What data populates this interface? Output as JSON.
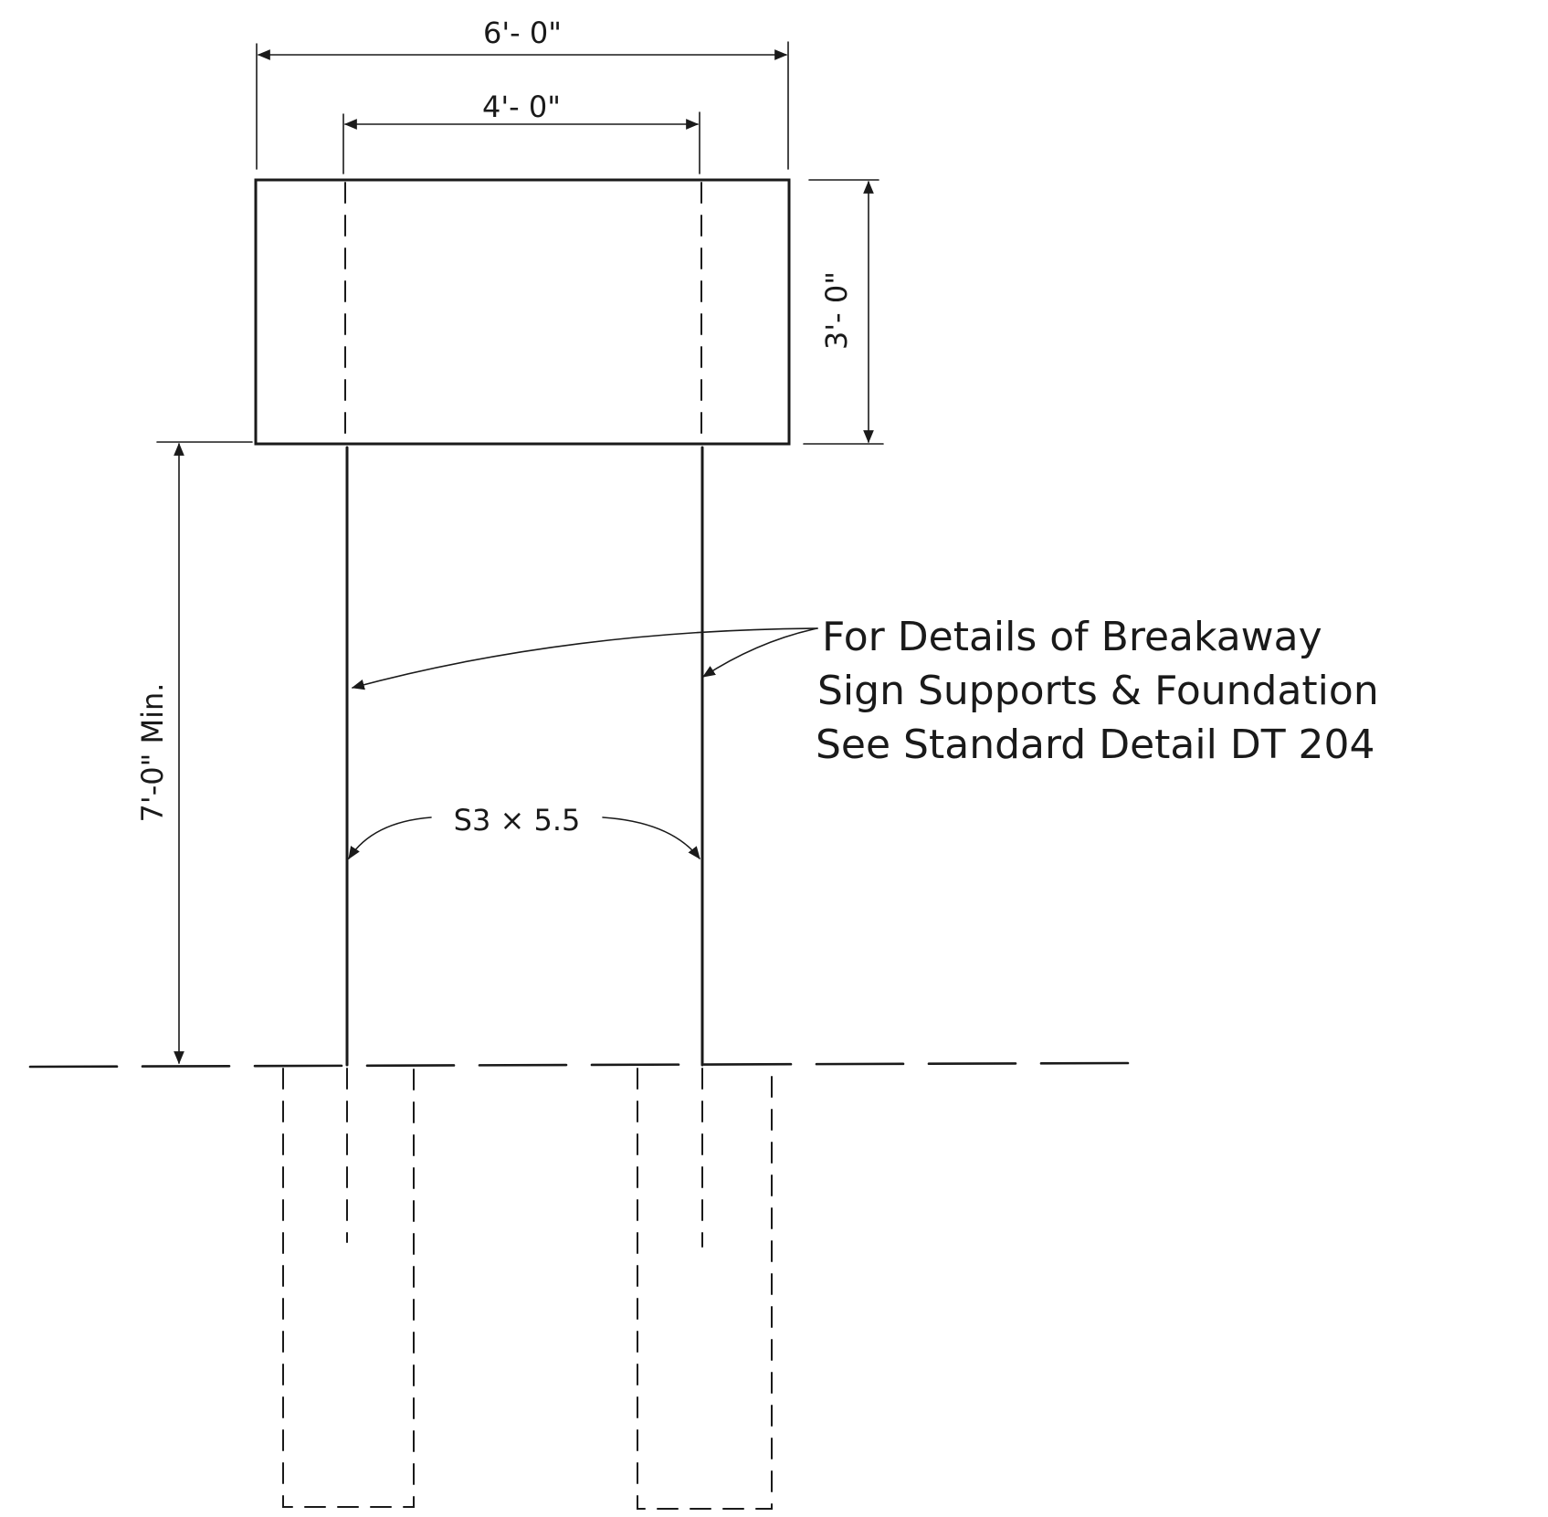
{
  "dimensions": {
    "overall_width": "6'- 0\"",
    "post_spacing": "4'- 0\"",
    "sign_height": "3'- 0\"",
    "clearance": "7'-0\" Min."
  },
  "post_label": "S3 × 5.5",
  "note": {
    "line1": "For Details of Breakaway",
    "line2": "Sign Supports & Foundation",
    "line3": "See Standard Detail DT 204"
  }
}
